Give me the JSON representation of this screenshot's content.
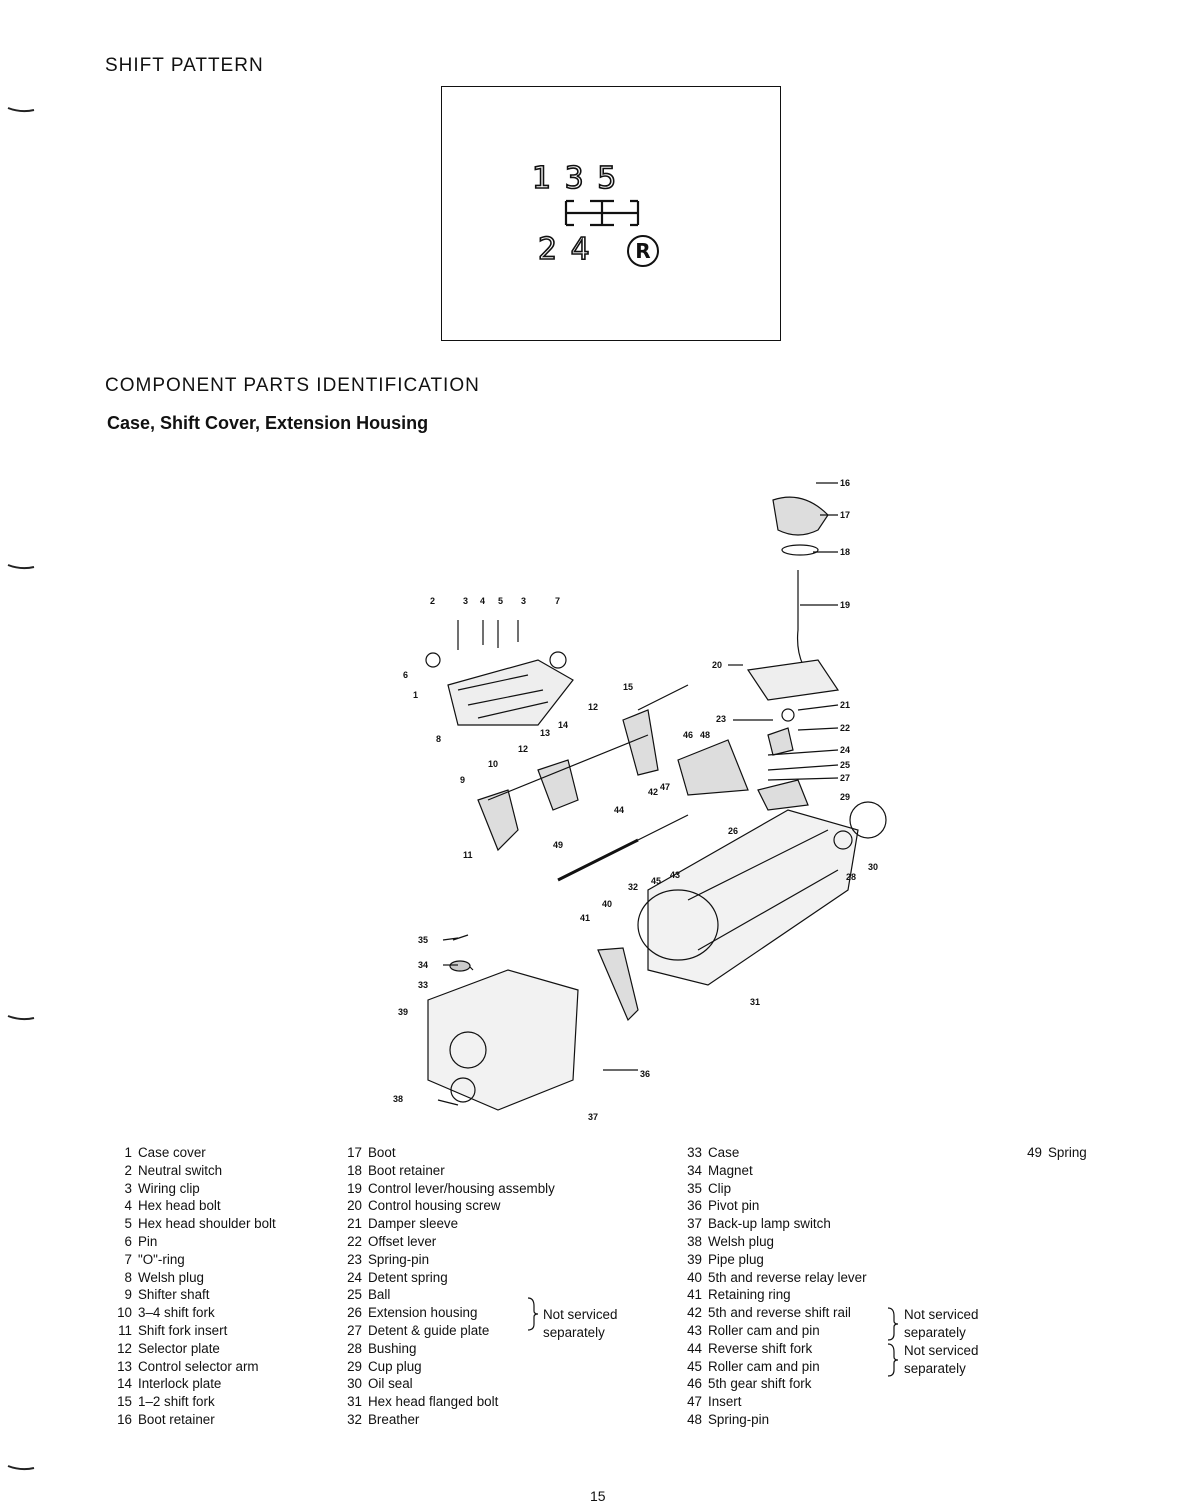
{
  "headings": {
    "shift_pattern": "SHIFT PATTERN",
    "component_parts": "COMPONENT PARTS IDENTIFICATION",
    "subtitle": "Case, Shift Cover, Extension Housing"
  },
  "shift_pattern": {
    "top_row": "1 3 5",
    "bottom_row": "2 4",
    "reverse": "R"
  },
  "diagram_labels": [
    "2",
    "3",
    "4",
    "5",
    "3",
    "7",
    "6",
    "1",
    "8",
    "15",
    "12",
    "14",
    "13",
    "12",
    "10",
    "9",
    "11",
    "16",
    "17",
    "18",
    "19",
    "20",
    "21",
    "22",
    "23",
    "24",
    "25",
    "27",
    "28",
    "29",
    "30",
    "26",
    "42",
    "47",
    "46",
    "48",
    "44",
    "49",
    "43",
    "45",
    "32",
    "40",
    "41",
    "35",
    "34",
    "33",
    "39",
    "38",
    "37",
    "36",
    "31"
  ],
  "legend": {
    "col1": [
      {
        "num": "1",
        "label": "Case cover"
      },
      {
        "num": "2",
        "label": "Neutral switch"
      },
      {
        "num": "3",
        "label": "Wiring clip"
      },
      {
        "num": "4",
        "label": "Hex head bolt"
      },
      {
        "num": "5",
        "label": "Hex head shoulder bolt"
      },
      {
        "num": "6",
        "label": "Pin"
      },
      {
        "num": "7",
        "label": "\"O\"-ring"
      },
      {
        "num": "8",
        "label": "Welsh plug"
      },
      {
        "num": "9",
        "label": "Shifter shaft"
      },
      {
        "num": "10",
        "label": "3–4 shift fork"
      },
      {
        "num": "11",
        "label": "Shift fork insert"
      },
      {
        "num": "12",
        "label": "Selector plate"
      },
      {
        "num": "13",
        "label": "Control selector arm"
      },
      {
        "num": "14",
        "label": "Interlock plate"
      },
      {
        "num": "15",
        "label": "1–2 shift fork"
      },
      {
        "num": "16",
        "label": "Boot retainer"
      }
    ],
    "col2": [
      {
        "num": "17",
        "label": "Boot"
      },
      {
        "num": "18",
        "label": "Boot retainer"
      },
      {
        "num": "19",
        "label": "Control lever/housing assembly"
      },
      {
        "num": "20",
        "label": "Control housing screw"
      },
      {
        "num": "21",
        "label": "Damper sleeve"
      },
      {
        "num": "22",
        "label": "Offset lever"
      },
      {
        "num": "23",
        "label": "Spring-pin"
      },
      {
        "num": "24",
        "label": "Detent spring"
      },
      {
        "num": "25",
        "label": "Ball"
      },
      {
        "num": "26",
        "label": "Extension housing"
      },
      {
        "num": "27",
        "label": "Detent & guide plate"
      },
      {
        "num": "28",
        "label": "Bushing"
      },
      {
        "num": "29",
        "label": "Cup plug"
      },
      {
        "num": "30",
        "label": "Oil seal"
      },
      {
        "num": "31",
        "label": "Hex head flanged bolt"
      },
      {
        "num": "32",
        "label": "Breather"
      }
    ],
    "col2_note_a": "Not serviced",
    "col2_note_b": "separately",
    "col3": [
      {
        "num": "33",
        "label": "Case"
      },
      {
        "num": "34",
        "label": "Magnet"
      },
      {
        "num": "35",
        "label": "Clip"
      },
      {
        "num": "36",
        "label": "Pivot pin"
      },
      {
        "num": "37",
        "label": "Back-up lamp switch"
      },
      {
        "num": "38",
        "label": "Welsh plug"
      },
      {
        "num": "39",
        "label": "Pipe plug"
      },
      {
        "num": "40",
        "label": "5th and reverse relay lever"
      },
      {
        "num": "41",
        "label": "Retaining ring"
      },
      {
        "num": "42",
        "label": "5th and reverse shift rail"
      },
      {
        "num": "43",
        "label": "Roller cam and pin"
      },
      {
        "num": "44",
        "label": "Reverse shift fork"
      },
      {
        "num": "45",
        "label": "Roller cam and pin"
      },
      {
        "num": "46",
        "label": "5th gear shift fork"
      },
      {
        "num": "47",
        "label": "Insert"
      },
      {
        "num": "48",
        "label": "Spring-pin"
      }
    ],
    "col3_note1_a": "Not serviced",
    "col3_note1_b": "separately",
    "col3_note2_a": "Not serviced",
    "col3_note2_b": "separately",
    "col4": [
      {
        "num": "49",
        "label": "Spring"
      }
    ]
  },
  "footer": {
    "page": "15"
  }
}
